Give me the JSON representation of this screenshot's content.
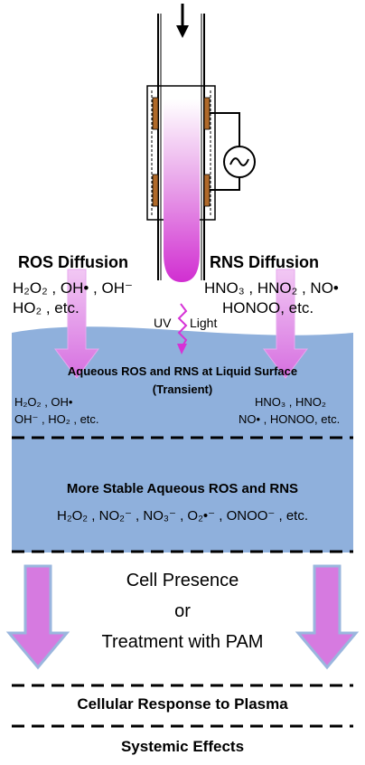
{
  "ros": {
    "heading": "ROS Diffusion",
    "species_line1": "H₂O₂ , OH• , OH⁻",
    "species_line2": "HO₂ , etc."
  },
  "rns": {
    "heading": "RNS Diffusion",
    "species_line1": "HNO₃ , HNO₂ , NO•",
    "species_line2": "HONOO, etc."
  },
  "uv": {
    "left": "UV",
    "right": "Light"
  },
  "surface": {
    "title_line1": "Aqueous ROS and RNS at Liquid Surface",
    "title_line2": "(Transient)",
    "ros_line1": "H₂O₂ , OH•",
    "ros_line2": "OH⁻ , HO₂ , etc.",
    "rns_line1": "HNO₃ , HNO₂",
    "rns_line2": "NO• , HONOO, etc."
  },
  "stable": {
    "title": "More Stable Aqueous ROS and RNS",
    "species": "H₂O₂ , NO₂⁻ , NO₃⁻ , O₂•⁻ , ONOO⁻ , etc."
  },
  "cell": {
    "line1": "Cell Presence",
    "line2": "or",
    "line3": "Treatment with PAM"
  },
  "cellular_response": "Cellular Response to Plasma",
  "systemic_effects": "Systemic Effects",
  "colors": {
    "liquid": "#8fb0dc",
    "arrow_fill": "#d67ae0",
    "arrow_edge": "#e6a9ee",
    "plasma": "#d633d6",
    "electrode": "#b06a2a",
    "cell_arrow_outline": "#9ab6de"
  }
}
